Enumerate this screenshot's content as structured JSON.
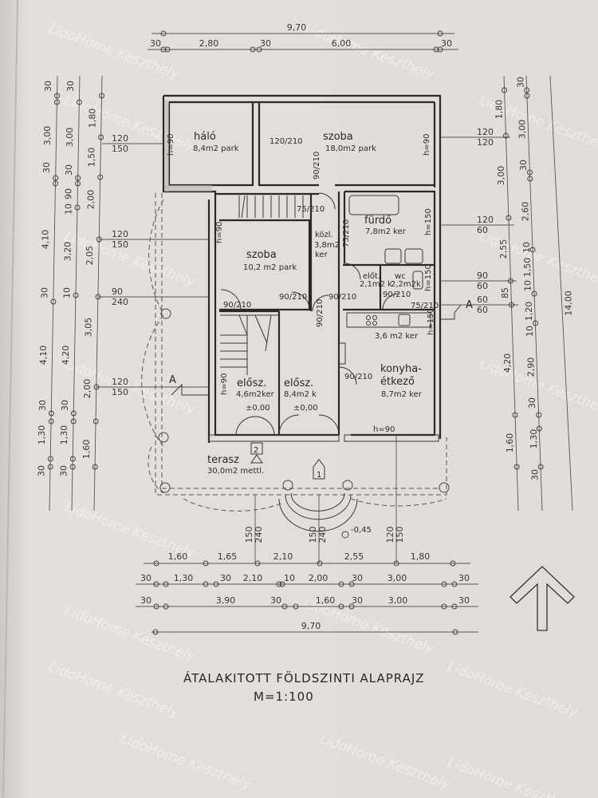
{
  "title": "ÁTALAKITOTT FÖLDSZINTI ALAPRAJZ",
  "scale": "M=1:100",
  "watermark": "LidoHome Keszthely",
  "rooms": [
    {
      "name": "háló",
      "area": "8,4m2 park"
    },
    {
      "name": "szoba",
      "area": "18,0m2 park"
    },
    {
      "name": "szoba",
      "area": "10,2 m2 park"
    },
    {
      "name": "közl.",
      "area": "3,8m2",
      "floor": "ker"
    },
    {
      "name": "fürdő",
      "area": "7,8m2 ker"
    },
    {
      "name": "előt.",
      "area": "2,1m2 k"
    },
    {
      "name": "wc",
      "area": "2,2m2k"
    },
    {
      "name": "",
      "area": "3,6 m2 ker"
    },
    {
      "name": "konyha-",
      "name2": "étkező",
      "area": "8,7m2 ker"
    },
    {
      "name": "elősz.",
      "area": "4,6m2ker"
    },
    {
      "name": "elősz.",
      "area": "8,4m2 k"
    },
    {
      "name": "terasz",
      "area": "30,0m2 mettl."
    }
  ],
  "levels": [
    "±0,00",
    "±0,00",
    "-0,45"
  ],
  "entrances": [
    "1",
    "2"
  ],
  "section_marks": [
    "A",
    "A"
  ],
  "openings": [
    "h=90",
    "120/210",
    "h=90",
    "90/210",
    "75/210",
    "h=90",
    "h=150",
    "75/210",
    "90/210",
    "90/210",
    "90/210",
    "90/210",
    "75/210",
    "h=150",
    "h=150",
    "h=90",
    "90/210",
    "90/210",
    "h=90"
  ],
  "dims_top": {
    "total": "9,70",
    "parts": [
      "30",
      "2,80",
      "30",
      "6,00",
      "30"
    ]
  },
  "dims_bottom": {
    "row1": [
      "1,60",
      "1,65",
      "2,10",
      "2,55",
      "1,80"
    ],
    "row2": [
      "30",
      "1,30",
      "30",
      "2,10",
      "10",
      "2,00",
      "30",
      "3,00",
      "30"
    ],
    "row3": [
      "30",
      "3,90",
      "30",
      "1,60",
      "30",
      "3,00",
      "30"
    ],
    "total": "9,70",
    "door_marks": [
      [
        "150",
        "240"
      ],
      [
        "150",
        "240"
      ],
      [
        "120",
        "150"
      ]
    ]
  },
  "dims_left": {
    "outer": [
      "30",
      "3,00",
      "30",
      "4,10",
      "30",
      "4,10",
      "30",
      "1,30",
      "30"
    ],
    "middle": [
      "30",
      "3,00",
      "30",
      "90",
      "10",
      "3,20",
      "10",
      "4,20",
      "30",
      "1,30",
      "30"
    ],
    "inner": [
      "1,80",
      "1,50",
      "2,00",
      "2,05",
      "3,05",
      "2,00",
      "1,60"
    ],
    "windows": [
      [
        "120",
        "150"
      ],
      [
        "120",
        "150"
      ],
      [
        "90",
        "240"
      ],
      [
        "120",
        "150"
      ]
    ]
  },
  "dims_right": {
    "inner": [
      "1,80",
      "3,00",
      "2,55",
      "85",
      "4,20",
      "1,60"
    ],
    "middle": [
      "30",
      "3,00",
      "30",
      "2,60",
      "10",
      "1,50",
      "10",
      "1,20",
      "10",
      "2,90",
      "30",
      "1,30",
      "30"
    ],
    "total": "14,00",
    "windows": [
      [
        "120",
        "120"
      ],
      [
        "120",
        "60"
      ],
      [
        "90",
        "60"
      ],
      [
        "60",
        "60"
      ]
    ]
  }
}
